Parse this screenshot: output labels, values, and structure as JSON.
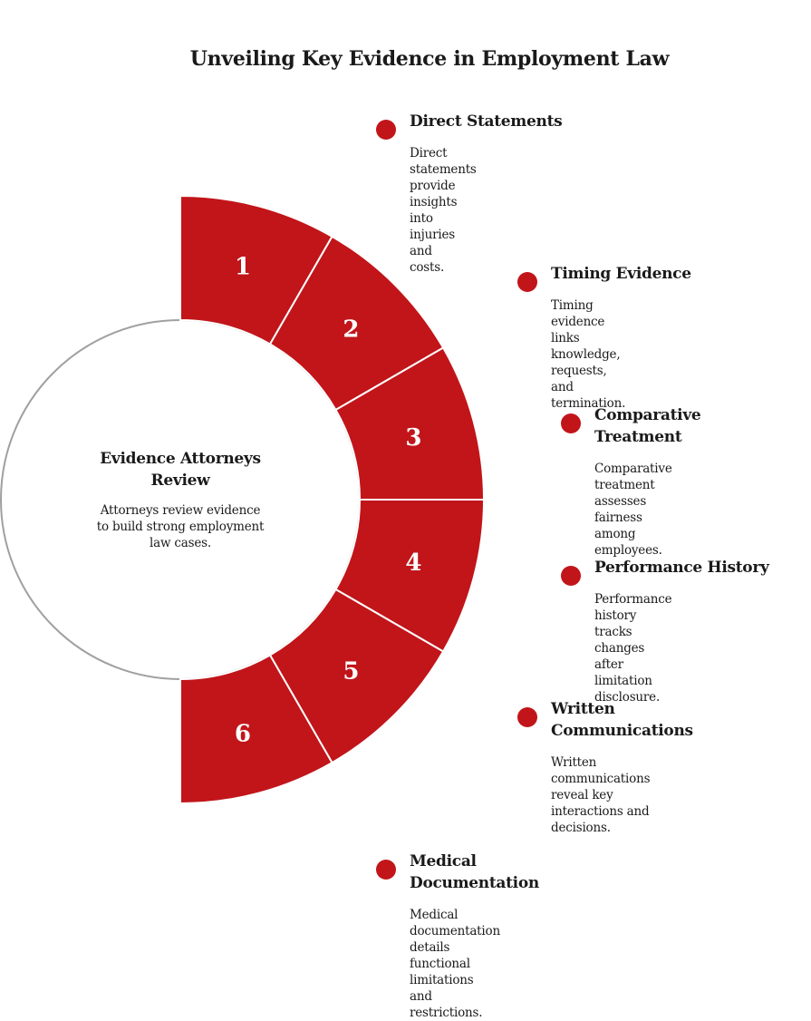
{
  "title": "Unveiling Key Evidence in Employment Law",
  "colors": {
    "accent": "#C1151A",
    "ring_outline": "#A0A0A0",
    "text": "#1a1a1a",
    "number": "#ffffff"
  },
  "center": {
    "title_line1": "Evidence Attorneys",
    "title_line2": "Review",
    "desc_line1": "Attorneys review evidence",
    "desc_line2": "to build strong employment",
    "desc_line3": "law cases."
  },
  "segments": [
    {
      "number": "1"
    },
    {
      "number": "2"
    },
    {
      "number": "3"
    },
    {
      "number": "4"
    },
    {
      "number": "5"
    },
    {
      "number": "6"
    }
  ],
  "items": [
    {
      "title_line1": "Direct Statements",
      "title_line2": "",
      "desc_line1": "Direct statements provide",
      "desc_line2": "insights into injuries and",
      "desc_line3": "costs."
    },
    {
      "title_line1": "Timing Evidence",
      "title_line2": "",
      "desc_line1": "Timing evidence links",
      "desc_line2": "knowledge, requests, and",
      "desc_line3": "termination."
    },
    {
      "title_line1": "Comparative",
      "title_line2": "Treatment",
      "desc_line1": "Comparative treatment",
      "desc_line2": "assesses fairness among",
      "desc_line3": "employees."
    },
    {
      "title_line1": "Performance History",
      "title_line2": "",
      "desc_line1": "Performance history tracks",
      "desc_line2": "changes after limitation",
      "desc_line3": "disclosure."
    },
    {
      "title_line1": "Written",
      "title_line2": "Communications",
      "desc_line1": "Written communications",
      "desc_line2": "reveal key interactions and",
      "desc_line3": "decisions."
    },
    {
      "title_line1": "Medical",
      "title_line2": "Documentation",
      "desc_line1": "Medical documentation",
      "desc_line2": "details functional limitations",
      "desc_line3": "and restrictions."
    }
  ]
}
